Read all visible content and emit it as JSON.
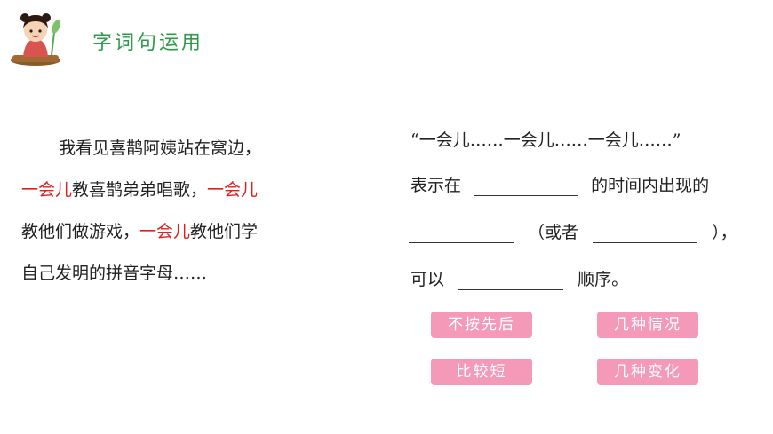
{
  "header": {
    "title": "字词句运用"
  },
  "passage": {
    "line1": "我看见喜鹊阿姨站在窝边，",
    "seg_a": "一会儿",
    "seg_b": "教喜鹊弟弟唱歌，",
    "seg_c": "一会儿",
    "seg_d": "教他们做游戏，",
    "seg_e": "一会儿",
    "seg_f": "教他们学",
    "line4": "自己发明的拼音字母……"
  },
  "question": {
    "quote": "“一会儿……一会儿……一会儿……”",
    "l2_prefix": "表示在",
    "l2_suffix": "的时间内出现的",
    "l3_middle": "（或者",
    "l3_suffix": "），",
    "l4_prefix": "可以",
    "l4_suffix": "顺序。"
  },
  "options": [
    {
      "label": "不按先后"
    },
    {
      "label": "几种情况"
    },
    {
      "label": "比较短"
    },
    {
      "label": "几种变化"
    }
  ]
}
